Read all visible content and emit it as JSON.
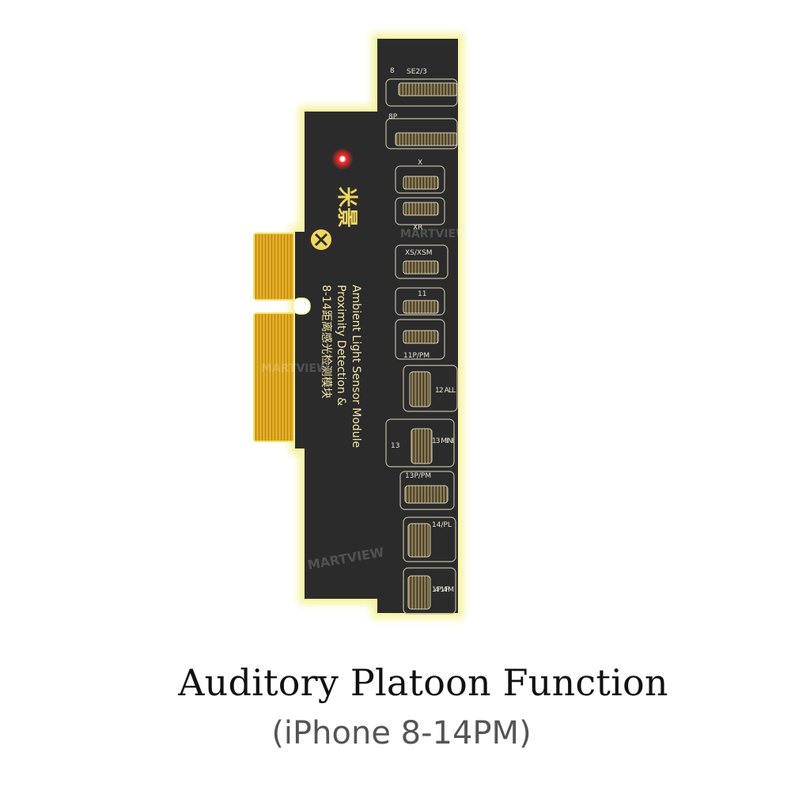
{
  "caption": {
    "title": "Auditory Platoon Function",
    "subtitle": "(iPhone 8-14PM)"
  },
  "board": {
    "brand_mark": "米景",
    "vertical_text": [
      "8-14距离感光检测模块",
      "Proximity Detection &",
      "Ambient Light Sensor Module"
    ],
    "watermark": "MARTVIEW",
    "connectors": [
      {
        "label": "8"
      },
      {
        "label": "SE2/3"
      },
      {
        "label": "8P"
      },
      {
        "label": "X"
      },
      {
        "label": "XR"
      },
      {
        "label": "XS/XSM"
      },
      {
        "label": "11"
      },
      {
        "label": "11P/PM"
      },
      {
        "label": "12 ALL"
      },
      {
        "label": "13"
      },
      {
        "label": "13 MINI"
      },
      {
        "label": "13P/PM"
      },
      {
        "label": "14/PL"
      },
      {
        "label": "14P 14PM"
      }
    ]
  },
  "colors": {
    "board": "#2a2a2a",
    "glow": "#f6f49a",
    "gold": "#e6b32a",
    "led": "#ff2222"
  }
}
